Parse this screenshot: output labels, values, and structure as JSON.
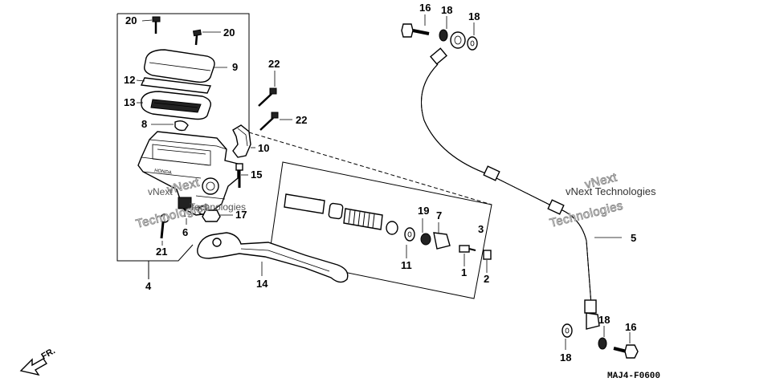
{
  "callouts": {
    "n1": "1",
    "n2": "2",
    "n3": "3",
    "n4": "4",
    "n5": "5",
    "n6": "6",
    "n7": "7",
    "n8": "8",
    "n9": "9",
    "n10": "10",
    "n11": "11",
    "n12": "12",
    "n13": "13",
    "n14": "14",
    "n15": "15",
    "n16a": "16",
    "n16b": "16",
    "n17": "17",
    "n18a": "18",
    "n18b": "18",
    "n18c": "18",
    "n18d": "18",
    "n19": "19",
    "n20a": "20",
    "n20b": "20",
    "n21": "21",
    "n22a": "22",
    "n22b": "22"
  },
  "watermarks": {
    "left_line1": "vNext",
    "left_line2": "Technologies",
    "right_line1": "vNext",
    "right_line2": "Technologies",
    "right_plain": "vNext Technologies"
  },
  "direction_label": "FR.",
  "diagram_code": "MAJ4-F0600"
}
